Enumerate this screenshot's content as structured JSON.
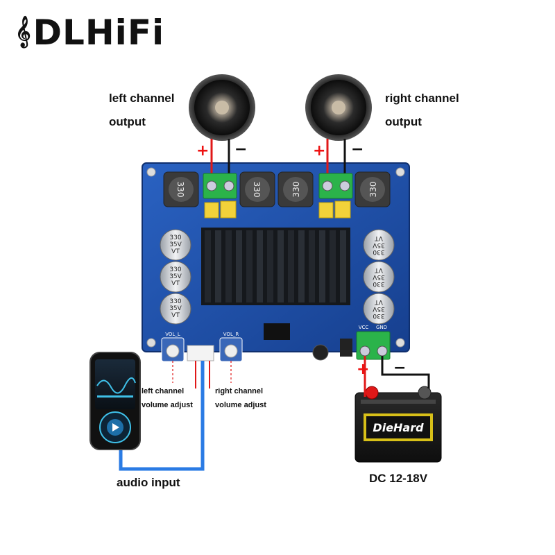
{
  "brand": {
    "name": "DLHiFi",
    "clef": "𝄞"
  },
  "labels": {
    "left_output_line1": "left channel",
    "left_output_line2": "output",
    "right_output_line1": "right channel",
    "right_output_line2": "output",
    "left_volume_line1": "left channel",
    "left_volume_line2": "volume adjust",
    "right_volume_line1": "right channel",
    "right_volume_line2": "volume adjust",
    "audio_input": "audio input",
    "power": "DC 12-18V"
  },
  "polarity": {
    "plus": "+",
    "minus": "−"
  },
  "board": {
    "inductor_marks": [
      "330",
      "330",
      "330",
      "330"
    ],
    "capacitor_marks": [
      "330\n35V\nVT",
      "330\n35V\nVT",
      "330\n35V\nVT",
      "330\n35V\nVT",
      "330\n35V\nVT",
      "330\n35V\nVT"
    ],
    "pot_labels": [
      "VOL_L",
      "VOL_R"
    ],
    "power_terminal_labels": [
      "VCC",
      "GND"
    ]
  },
  "battery": {
    "brand": "DieHard"
  },
  "colors": {
    "pcb": "#1b4fa8",
    "heatsink": "#111418",
    "terminal": "#2bb34a",
    "wire_positive": "#e01818",
    "wire_negative": "#111111",
    "audio_cable": "#2a7be4"
  }
}
